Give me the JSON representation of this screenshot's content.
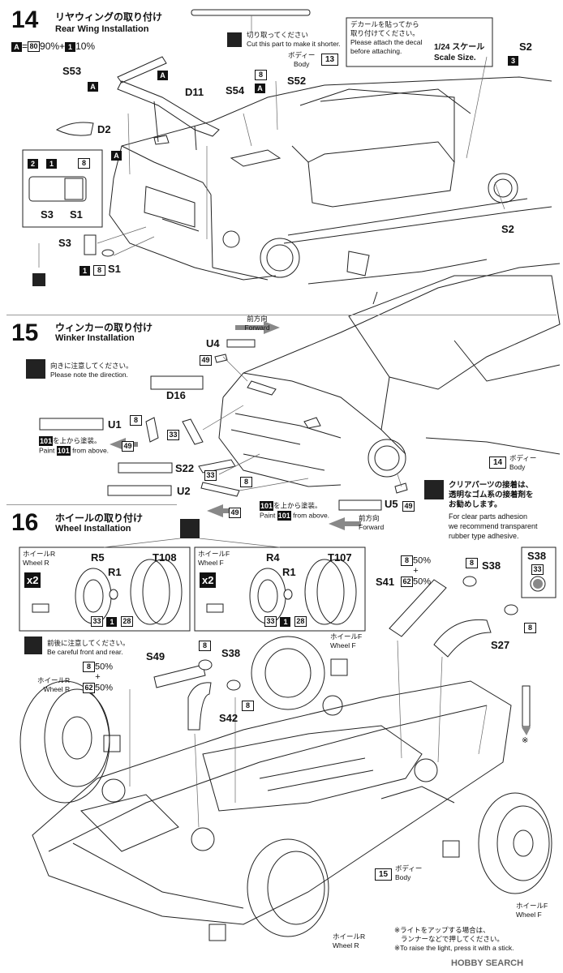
{
  "step14": {
    "number": "14",
    "title_jp": "リヤウィングの取り付け",
    "title_en": "Rear Wing Installation",
    "paint_mix": {
      "a": "A",
      "eq": "=",
      "c1": "80",
      "p1": "90%",
      "plus": "+",
      "c2": "1",
      "p2": "10%"
    },
    "cut_note_jp": "切り取ってください",
    "cut_note_en": "Cut this part to make it shorter.",
    "decal_note_jp1": "デカールを貼ってから",
    "decal_note_jp2": "取り付けてください。",
    "decal_note_en1": "Please attach the decal",
    "decal_note_en2": "before attaching.",
    "scale_jp": "1/24 スケール",
    "scale_en": "Scale Size.",
    "s2_top": "S2",
    "c3": "3",
    "body_jp": "ボディー",
    "body_en": "Body",
    "body_num": "13",
    "labels": {
      "s53": "S53",
      "a1": "A",
      "a2": "A",
      "a3": "A",
      "a4": "A",
      "d11": "D11",
      "s54": "S54",
      "s52": "S52",
      "c8a": "8",
      "d2": "D2",
      "s2b": "S2",
      "s3a": "S3",
      "s1a": "S1",
      "s3b": "S3",
      "s1b": "S1",
      "c2": "2",
      "c1": "1",
      "c8b": "8",
      "c1b": "1",
      "c8c": "8"
    }
  },
  "step15": {
    "number": "15",
    "title_jp": "ウィンカーの取り付け",
    "title_en": "Winker Installation",
    "forward_jp": "前方向",
    "forward_en": "Forward",
    "dir_jp": "向きに注意してください。",
    "dir_en": "Please note the direction.",
    "u4": "U4",
    "c49a": "49",
    "d16": "D16",
    "u1": "U1",
    "c8a": "8",
    "c33a": "33",
    "c49b": "49",
    "paint_jp": "を上から塗装。",
    "paint_pre_en": "Paint",
    "paint_post_en": "from above.",
    "c101": "101",
    "s22": "S22",
    "c33b": "33",
    "c8b": "8",
    "u2": "U2",
    "c49c": "49",
    "body_num": "14",
    "body_jp": "ボディー",
    "body_en": "Body",
    "u5": "U5",
    "c49d": "49",
    "forward2_jp": "前方向",
    "forward2_en": "Forward",
    "clear_jp1": "クリアパーツの接着は、",
    "clear_jp2": "透明なゴム系の接着剤を",
    "clear_jp3": "お勧めします。",
    "clear_en1": "For clear parts adhesion",
    "clear_en2": "we recommend transparent",
    "clear_en3": "rubber type adhesive."
  },
  "step16": {
    "number": "16",
    "title_jp": "ホイールの取り付け",
    "title_en": "Wheel Installation",
    "box_r": {
      "jp": "ホイールR",
      "en": "Wheel R",
      "x2": "x2",
      "r5": "R5",
      "r1": "R1",
      "t": "T108",
      "c33": "33",
      "c1": "1",
      "c28": "28"
    },
    "box_f": {
      "jp": "ホイールF",
      "en": "Wheel F",
      "x2": "x2",
      "r4": "R4",
      "r1": "R1",
      "t": "T107",
      "c33": "33",
      "c1": "1",
      "c28": "28"
    },
    "s41": "S41",
    "mix_a": "8",
    "mix_a_p": "50%",
    "mix_plus": "+",
    "mix_b": "62",
    "mix_b_p": "50%",
    "c8a": "8",
    "s38a": "S38",
    "c8b": "8",
    "s38_box": "S38",
    "c33": "33",
    "s27": "S27",
    "care_jp": "前後に注意してください。",
    "care_en": "Be careful front and rear.",
    "s49": "S49",
    "c8c": "8",
    "s38b": "S38",
    "mix2_a": "8",
    "mix2_a_p": "50%",
    "mix2_plus": "+",
    "mix2_b": "62",
    "mix2_b_p": "50%",
    "c8d": "8",
    "s42": "S42",
    "wheel_r_jp": "ホイールR",
    "wheel_r_en": "Wheel R",
    "wheel_f_top_jp": "ホイールF",
    "wheel_f_top_en": "Wheel F",
    "wheel_f_jp": "ホイールF",
    "wheel_f_en": "Wheel F",
    "wheel_r2_jp": "ホイールR",
    "wheel_r2_en": "Wheel R",
    "body_num": "15",
    "body_jp": "ボディー",
    "body_en": "Body",
    "asterisk": "※",
    "light_jp1": "※ライトをアップする場合は、",
    "light_jp2": "ランナーなどで押してください。",
    "light_en": "※To raise the light, press it with a stick.",
    "watermark": "HOBBY SEARCH"
  }
}
